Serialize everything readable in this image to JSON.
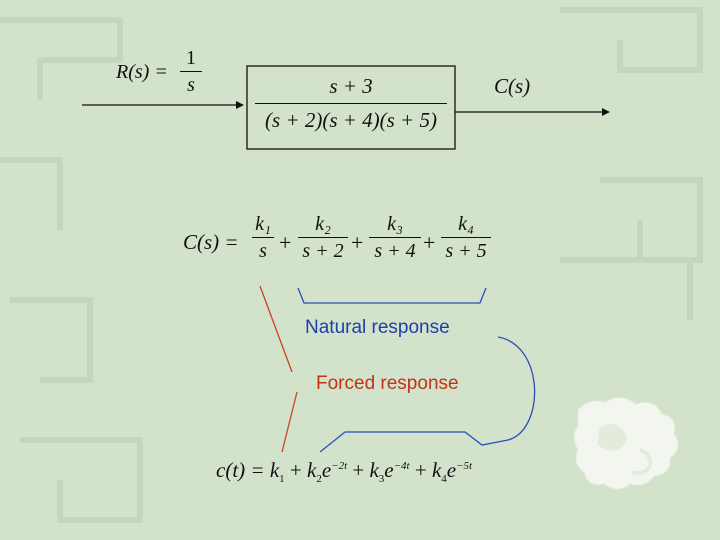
{
  "block_diagram": {
    "input": {
      "lhs": "R(s) =",
      "num": "1",
      "den": "s"
    },
    "transfer_function": {
      "num": "s + 3",
      "den": "(s + 2)(s + 4)(s + 5)"
    },
    "output": "C(s)"
  },
  "partial_fraction": {
    "lhs": "C(s) =",
    "terms": [
      {
        "num": "k₁",
        "den": "s"
      },
      {
        "num": "k₂",
        "den": "s + 2"
      },
      {
        "num": "k₃",
        "den": "s + 4"
      },
      {
        "num": "k₄",
        "den": "s + 5"
      }
    ],
    "plus": "+"
  },
  "labels": {
    "natural": "Natural response",
    "forced": "Forced response"
  },
  "time_response": {
    "lhs": "c(t) =",
    "k1": "k",
    "k1_sub": "1",
    "plus": "+",
    "k2": "k",
    "k2_sub": "2",
    "e2": "e",
    "e2_sup": "−2t",
    "k3": "k",
    "k3_sub": "3",
    "e3": "e",
    "e3_sup": "−4t",
    "k4": "k",
    "k4_sub": "4",
    "e4": "e",
    "e4_sup": "−5t"
  },
  "colors": {
    "background": "#d3e2cb",
    "natural_label": "#1f3fa8",
    "forced_label": "#c0341a",
    "bracket_blue": "#2b4fb8",
    "bracket_red": "#d04020"
  }
}
